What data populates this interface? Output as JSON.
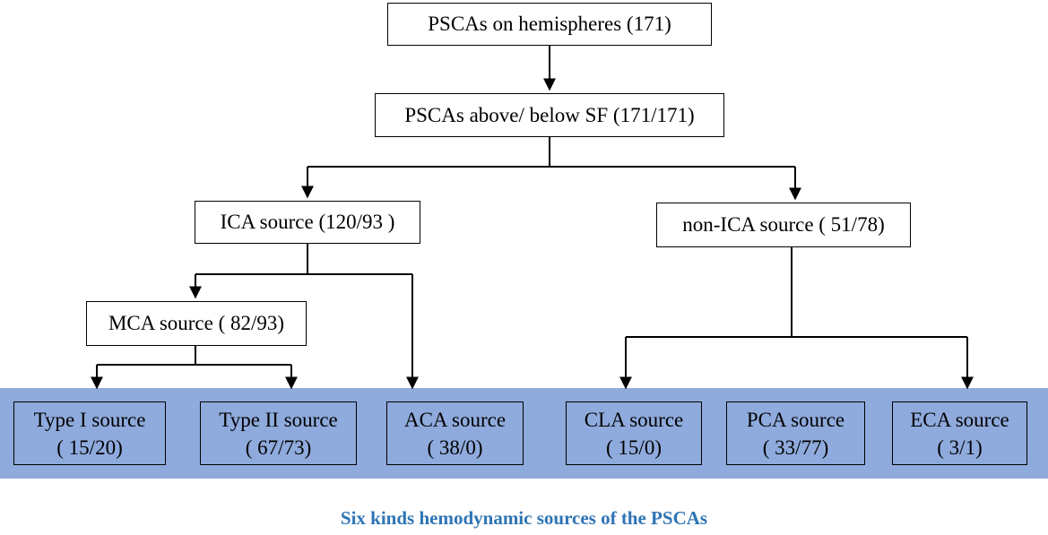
{
  "colors": {
    "band": "#8faadc",
    "caption": "#2e74b5",
    "line": "#000000"
  },
  "nodes": {
    "root": "PSCAs on hemispheres (171)",
    "above_below": "PSCAs above/ below SF (171/171)",
    "ica": "ICA source (120/93 )",
    "non_ica": "non-ICA source ( 51/78)",
    "mca": "MCA source ( 82/93)"
  },
  "leaves": {
    "type1": {
      "label": "Type I source",
      "value": "( 15/20)"
    },
    "type2": {
      "label": "Type II source",
      "value": "( 67/73)"
    },
    "aca": {
      "label": "ACA source",
      "value": "( 38/0)"
    },
    "cla": {
      "label": "CLA source",
      "value": "( 15/0)"
    },
    "pca": {
      "label": "PCA source",
      "value": "( 33/77)"
    },
    "eca": {
      "label": "ECA source",
      "value": "( 3/1)"
    }
  },
  "caption": "Six kinds hemodynamic  sources of the PSCAs"
}
